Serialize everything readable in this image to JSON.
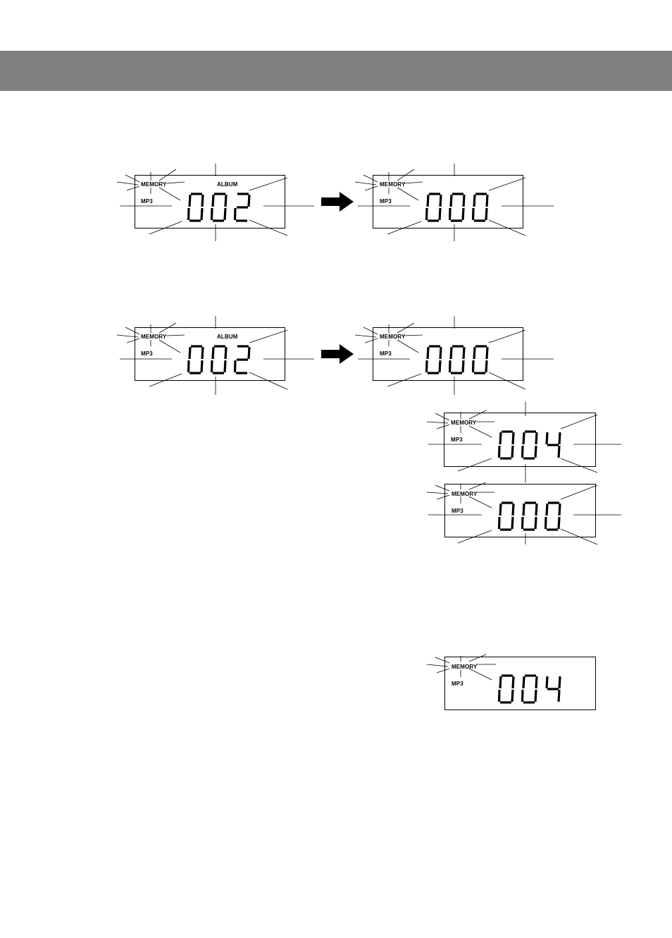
{
  "header": {
    "bar_color": "#808080"
  },
  "panels": [
    {
      "memory": "MEMORY",
      "mp3": "MP3",
      "album": "ALBUM",
      "digits": "002"
    },
    {
      "memory": "MEMORY",
      "mp3": "MP3",
      "album": "",
      "digits": "000"
    },
    {
      "memory": "MEMORY",
      "mp3": "MP3",
      "album": "ALBUM",
      "digits": "002"
    },
    {
      "memory": "MEMORY",
      "mp3": "MP3",
      "album": "",
      "digits": "000"
    },
    {
      "memory": "MEMORY",
      "mp3": "MP3",
      "album": "",
      "digits": "004"
    },
    {
      "memory": "MEMORY",
      "mp3": "MP3",
      "album": "",
      "digits": "000"
    },
    {
      "memory": "MEMORY",
      "mp3": "MP3",
      "album": "",
      "digits": "004"
    }
  ],
  "icons": [
    "arrow-right-icon",
    "arrow-right-icon"
  ]
}
